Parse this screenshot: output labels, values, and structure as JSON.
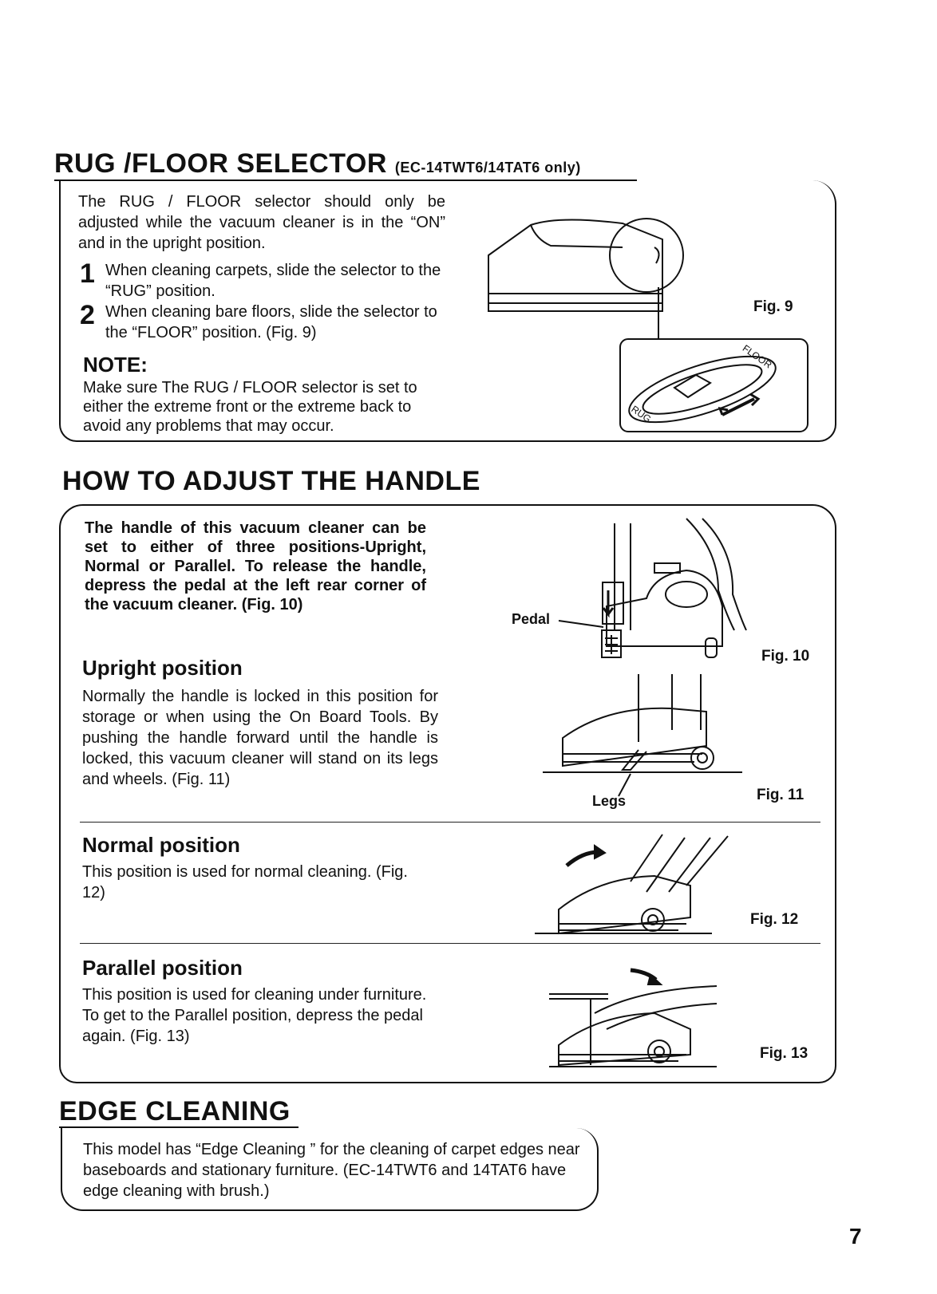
{
  "rug_floor": {
    "title": "RUG /FLOOR SELECTOR",
    "title_note": "(EC-14TWT6/14TAT6 only)",
    "intro": "The RUG / FLOOR selector should only be adjusted while the vacuum cleaner is in the “ON” and in the upright position.",
    "steps": [
      {
        "num": "1",
        "text": "When cleaning carpets, slide the selector to the “RUG” position."
      },
      {
        "num": "2",
        "text": "When cleaning bare floors, slide the selector to the “FLOOR” position. (Fig. 9)"
      }
    ],
    "note_head": "NOTE:",
    "note_text": "Make sure The RUG / FLOOR selector is set to either the extreme front or the extreme back to avoid any problems that may occur.",
    "fig_label": "Fig. 9",
    "selector_label_floor": "FLOOR",
    "selector_label_rug": "RUG"
  },
  "handle": {
    "title": "HOW TO ADJUST THE HANDLE",
    "intro": "The handle of this vacuum cleaner can be set to either of three positions-Upright, Normal or Parallel. To release the handle, depress the pedal at the left rear corner of the vacuum cleaner. (Fig. 10)",
    "pedal_label": "Pedal",
    "fig10": "Fig. 10",
    "upright_head": "Upright position",
    "upright_text": "Normally the handle is locked in this position for storage or when using the On Board Tools. By pushing the handle forward until the handle is locked, this vacuum cleaner will stand on its legs and wheels. (Fig. 11)",
    "legs_label": "Legs",
    "fig11": "Fig. 11",
    "normal_head": "Normal position",
    "normal_text": "This position is used for normal cleaning. (Fig. 12)",
    "fig12": "Fig. 12",
    "parallel_head": "Parallel position",
    "parallel_text": "This position is used for cleaning under furniture. To get to the Parallel position, depress the pedal again. (Fig. 13)",
    "fig13": "Fig. 13"
  },
  "edge": {
    "title": "EDGE CLEANING",
    "text": "This model has “Edge Cleaning ” for the cleaning of carpet edges near baseboards and stationary furniture. (EC-14TWT6 and 14TAT6 have edge cleaning with brush.)"
  },
  "page_number": "7"
}
